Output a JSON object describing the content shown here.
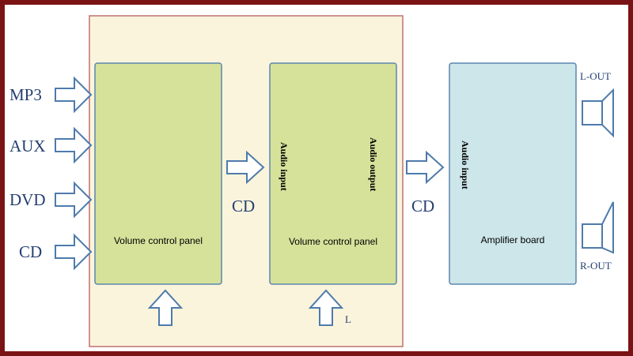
{
  "inputs": [
    {
      "label": "MP3"
    },
    {
      "label": "AUX"
    },
    {
      "label": "DVD"
    },
    {
      "label": "CD"
    }
  ],
  "panel1": {
    "title": "Volume control panel"
  },
  "link1": {
    "label": "CD"
  },
  "panel2": {
    "title": "Volume control panel",
    "audio_input": "Audio input",
    "audio_output": "Audio output"
  },
  "link2": {
    "label": "CD"
  },
  "amp": {
    "title": "Amplifier board",
    "audio_input": "Audio input"
  },
  "outputs": {
    "left": "L-OUT",
    "right": "R-OUT"
  },
  "bottom_mark": "L",
  "colors": {
    "outer_border": "#7a1414",
    "container_bg": "#fbf4dc",
    "container_border": "#c07070",
    "panel_fill": "#d6e29a",
    "panel_border": "#5b86b0",
    "amp_fill": "#cde6ea",
    "arrow_stroke": "#4e7bab"
  }
}
